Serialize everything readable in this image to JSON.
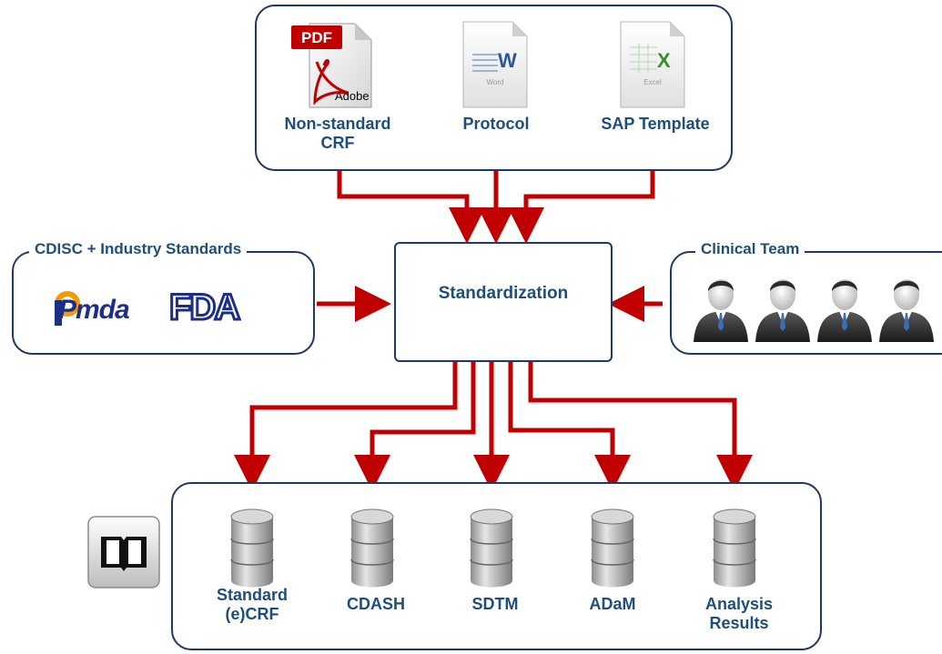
{
  "inputs": {
    "pdf_label": "Non-standard\nCRF",
    "pdf_badge": "PDF",
    "pdf_brand": "Adobe",
    "word_label": "Protocol",
    "word_letter": "W",
    "word_caption": "Word",
    "excel_label": "SAP Template",
    "excel_letter": "X",
    "excel_caption": "Excel"
  },
  "standards": {
    "title": "CDISC + Industry Standards",
    "logo_pmda": "Pmda",
    "logo_fda": "FDA"
  },
  "center": {
    "title": "Standardization"
  },
  "team": {
    "title": "Clinical Team"
  },
  "outputs": {
    "items": [
      "Standard\n(e)CRF",
      "CDASH",
      "SDTM",
      "ADaM",
      "Analysis\nResults"
    ]
  },
  "colors": {
    "arrow": "#c00000",
    "border": "#1f3864",
    "text": "#1f4e79"
  }
}
